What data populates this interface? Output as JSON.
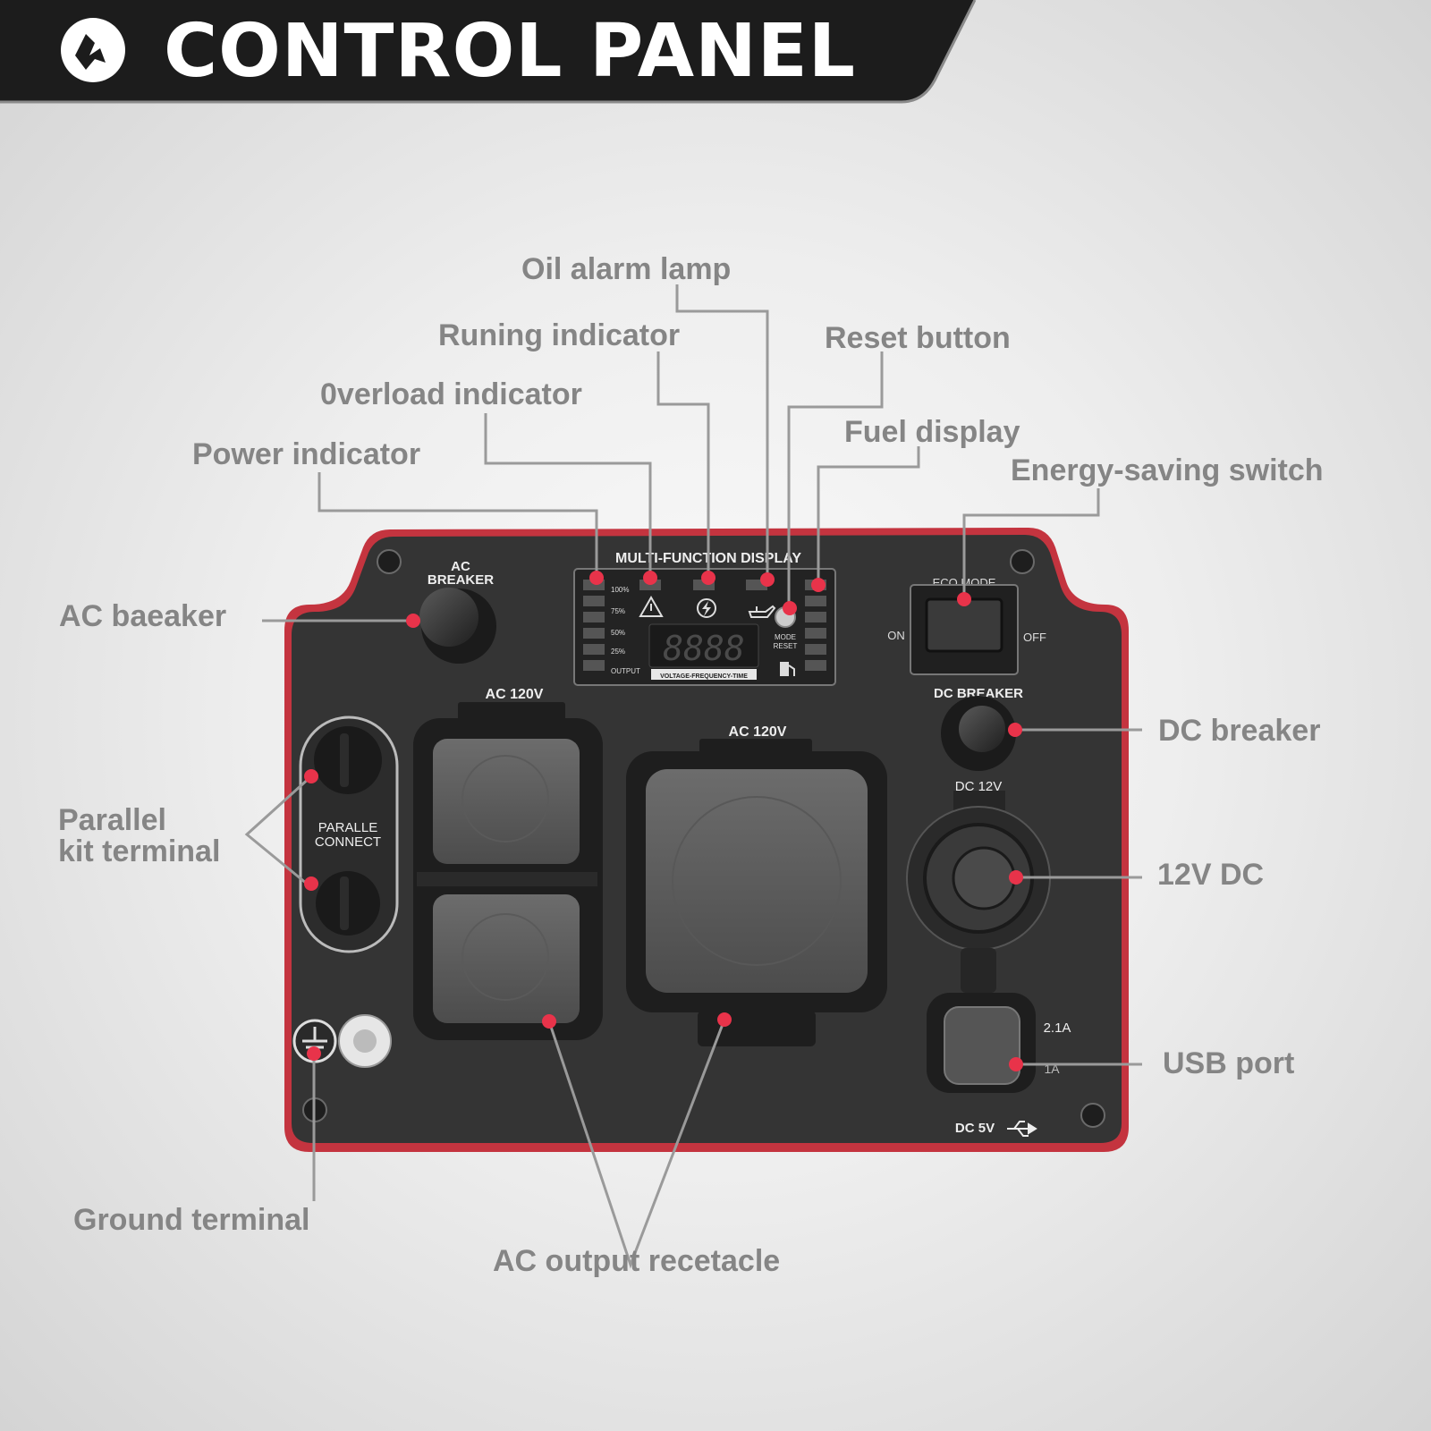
{
  "header": {
    "title": "CONTROL PANEL",
    "logo_icon": "brand-logo-icon",
    "background": "#1c1c1c"
  },
  "colors": {
    "callout_text": "#858585",
    "leader_line": "#9a9a9a",
    "marker_dot": "#e8334a",
    "panel_body": "#333333",
    "panel_trim": "#c4343f"
  },
  "callouts": {
    "oil_alarm_lamp": "Oil alarm lamp",
    "running_indicator": "Runing indicator",
    "reset_button": "Reset button",
    "overload_indicator": "0verload indicator",
    "fuel_display": "Fuel display",
    "energy_saving_switch": "Energy-saving switch",
    "power_indicator": "Power indicator",
    "ac_breaker": "AC baeaker",
    "dc_breaker": "DC breaker",
    "parallel_kit_terminal_line1": "Parallel",
    "parallel_kit_terminal_line2": "kit terminal",
    "dc_12v": "12V DC",
    "usb_port": "USB port",
    "ground_terminal": "Ground terminal",
    "ac_output_receptacle": "AC output recetacle"
  },
  "panel_labels": {
    "ac_breaker_line1": "AC",
    "ac_breaker_line2": "BREAKER",
    "display_title": "MULTI-FUNCTION DISPLAY",
    "load_100": "100%",
    "load_75": "75%",
    "load_50": "50%",
    "load_25": "25%",
    "output": "OUTPUT",
    "digits": "8888",
    "display_bottom": "VOLTAGE-FREQUENCY-TIME",
    "mode_reset_line1": "MODE",
    "mode_reset_line2": "RESET",
    "eco_mode": "ECO MODE",
    "switch_on": "ON",
    "switch_off": "OFF",
    "dc_breaker": "DC BREAKER",
    "ac_120v_left": "AC 120V",
    "ac_120v_right": "AC 120V",
    "parallel_line1": "PARALLE",
    "parallel_line2": "CONNECT",
    "dc_12v": "DC 12V",
    "usb_2_1a": "2.1A",
    "usb_1a": "1A",
    "dc_5v": "DC 5V"
  },
  "icons": {
    "overload": "warning-icon",
    "running": "lightning-icon",
    "oil": "oil-can-icon",
    "fuel": "fuel-pump-icon",
    "ground": "ground-symbol-icon",
    "usb": "usb-icon"
  }
}
